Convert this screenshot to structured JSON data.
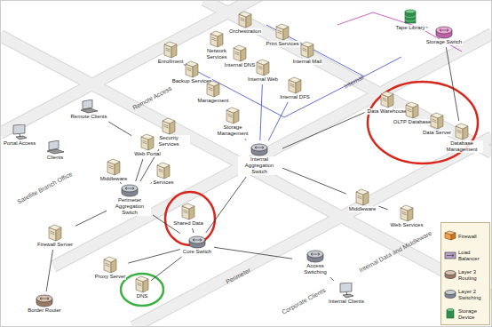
{
  "diagram": {
    "nodes": [
      {
        "text": [
          "Enrollment"
        ]
      },
      {
        "text": [
          "Backup Services"
        ]
      },
      {
        "text": [
          "Management"
        ]
      },
      {
        "text": [
          "Network Services"
        ]
      },
      {
        "text": [
          "Internal DNS"
        ]
      },
      {
        "text": [
          "Internal Web"
        ]
      },
      {
        "text": [
          "Storage Management"
        ]
      },
      {
        "text": [
          "Orchestration"
        ]
      },
      {
        "text": [
          "Print Services"
        ]
      },
      {
        "text": [
          "Internal Mail"
        ]
      },
      {
        "text": [
          "Internal DFS"
        ]
      },
      {
        "text": [
          "Tape Library"
        ]
      },
      {
        "text": [
          "Storage Switch"
        ]
      },
      {
        "text": [
          "Remote Clients"
        ]
      },
      {
        "text": [
          "Portal Access"
        ]
      },
      {
        "text": [
          "Clients"
        ]
      },
      {
        "text": [
          "Security Services"
        ]
      },
      {
        "text": [
          "Web Portal"
        ]
      },
      {
        "text": [
          "Internal Aggregation Switch"
        ]
      },
      {
        "text": [
          "Perimeter Aggregation Switch"
        ]
      },
      {
        "text": [
          "Middleware"
        ]
      },
      {
        "text": [
          "Services"
        ]
      },
      {
        "text": [
          "Shared Data"
        ]
      },
      {
        "text": [
          "Core Switch"
        ]
      },
      {
        "text": [
          "Proxy Server"
        ]
      },
      {
        "text": [
          "DNS"
        ]
      },
      {
        "text": [
          "Firewall Server"
        ]
      },
      {
        "text": [
          "Border Router"
        ]
      },
      {
        "text": [
          "Data Warehouse"
        ]
      },
      {
        "text": [
          "OLTP Database"
        ]
      },
      {
        "text": [
          "Data Server"
        ]
      },
      {
        "text": [
          "Database Management"
        ]
      },
      {
        "text": [
          "Middleware"
        ]
      },
      {
        "text": [
          "Web Services"
        ]
      },
      {
        "text": [
          "Access Switching"
        ]
      },
      {
        "text": [
          "Internal Clients"
        ]
      }
    ],
    "edges": [
      {
        "from": 18,
        "to": 6,
        "arrow": "none"
      },
      {
        "from": 18,
        "to": 10,
        "arrow": "none"
      },
      {
        "from": 18,
        "to": 5,
        "arrow": "none"
      },
      {
        "from": 18,
        "to": 23,
        "arrow": "none"
      },
      {
        "from": 18,
        "to": 28,
        "arrow": "none"
      },
      {
        "from": 18,
        "to": 32,
        "arrow": "none"
      },
      {
        "from": 32,
        "to": 33,
        "arrow": "none"
      },
      {
        "from": 19,
        "to": 23,
        "arrow": "none"
      },
      {
        "from": 19,
        "to": 16,
        "arrow": "none"
      },
      {
        "from": 19,
        "to": 17,
        "arrow": "none"
      },
      {
        "from": 19,
        "to": 20,
        "arrow": "none"
      },
      {
        "from": 19,
        "to": 21,
        "arrow": "none"
      },
      {
        "from": 23,
        "to": 22,
        "arrow": "none"
      },
      {
        "from": 23,
        "to": 24,
        "arrow": "none"
      },
      {
        "from": 23,
        "to": 25,
        "arrow": "none"
      },
      {
        "from": 23,
        "to": 34,
        "arrow": "none"
      },
      {
        "from": 34,
        "to": 35,
        "arrow": "none"
      },
      {
        "from": 19,
        "to": 26,
        "arrow": "none"
      },
      {
        "from": 26,
        "to": 27,
        "arrow": "none"
      },
      {
        "from": 13,
        "to": 17,
        "arrow": "none"
      },
      {
        "from": 12,
        "to": 11,
        "arrow": "none"
      },
      {
        "from": 12,
        "to": 31,
        "arrow": "none"
      }
    ],
    "labels": [
      "Remote Access",
      "Internal",
      "Internal Data and Middleware",
      "Perimeter",
      "Corporate Clients",
      "Satellite Branch Office"
    ],
    "legend": [
      {
        "text": "Firewall"
      },
      {
        "text": "Load Balancer"
      },
      {
        "text": "Layer 3 Routing"
      },
      {
        "text": "Layer 2 Switching"
      },
      {
        "text": "Storage Device"
      }
    ]
  }
}
